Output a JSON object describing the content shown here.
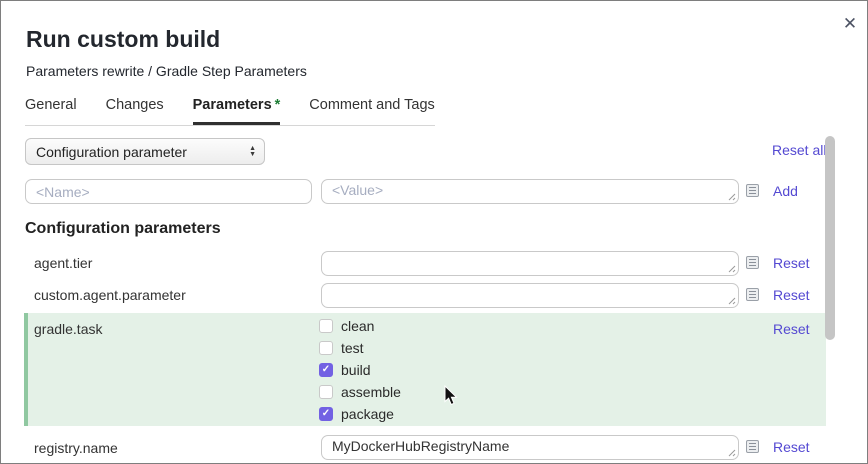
{
  "dialog": {
    "title": "Run custom build",
    "subtitle": "Parameters rewrite / Gradle Step Parameters",
    "close_icon": "✕"
  },
  "tabs": [
    {
      "label": "General",
      "active": false
    },
    {
      "label": "Changes",
      "active": false
    },
    {
      "label": "Parameters",
      "required_marker": "*",
      "active": true
    },
    {
      "label": "Comment and Tags",
      "active": false
    }
  ],
  "add_parameter": {
    "kind_select_value": "Configuration parameter",
    "reset_all_label": "Reset all",
    "name_placeholder": "<Name>",
    "value_placeholder": "<Value>",
    "add_label": "Add"
  },
  "section": {
    "heading": "Configuration parameters"
  },
  "parameters": {
    "rows": [
      {
        "name": "agent.tier",
        "value": "",
        "reset_label": "Reset"
      },
      {
        "name": "custom.agent.parameter",
        "value": "",
        "reset_label": "Reset"
      },
      {
        "name": "gradle.task",
        "reset_label": "Reset",
        "highlighted": true,
        "options": [
          {
            "label": "clean",
            "checked": false
          },
          {
            "label": "test",
            "checked": false
          },
          {
            "label": "build",
            "checked": true
          },
          {
            "label": "assemble",
            "checked": false
          },
          {
            "label": "package",
            "checked": true
          }
        ],
        "checkmark_glyph": "✓"
      },
      {
        "name": "registry.name",
        "value": "MyDockerHubRegistryName",
        "reset_label": "Reset"
      }
    ]
  },
  "colors": {
    "link": "#5449d2",
    "checkbox_checked": "#7261e3",
    "highlight_bg": "#e4f1e7",
    "highlight_bar": "#90c8a1",
    "required_marker": "#1d7d35",
    "active_tab_underline": "#303030"
  }
}
